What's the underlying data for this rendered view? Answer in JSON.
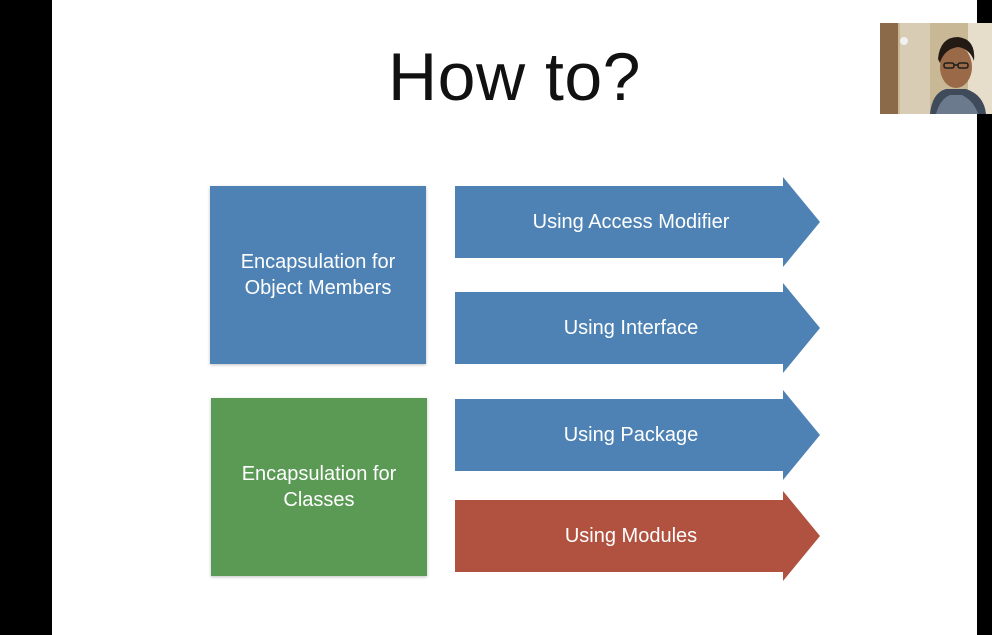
{
  "slide": {
    "title": "How to?",
    "colors": {
      "blue": "#4e82b4",
      "green": "#5a9a55",
      "red": "#b1513f",
      "background": "#ffffff"
    },
    "left_boxes": [
      {
        "label": "Encapsulation for\nObject Members",
        "color": "#4e82b4"
      },
      {
        "label": "Encapsulation for\nClasses",
        "color": "#5a9a55"
      }
    ],
    "arrows": [
      {
        "label": "Using Access Modifier",
        "color": "#4e82b4"
      },
      {
        "label": "Using Interface",
        "color": "#4e82b4"
      },
      {
        "label": "Using Package",
        "color": "#4e82b4"
      },
      {
        "label": "Using Modules",
        "color": "#b1513f"
      }
    ]
  },
  "webcam": {
    "icon": "presenter-video-icon"
  }
}
